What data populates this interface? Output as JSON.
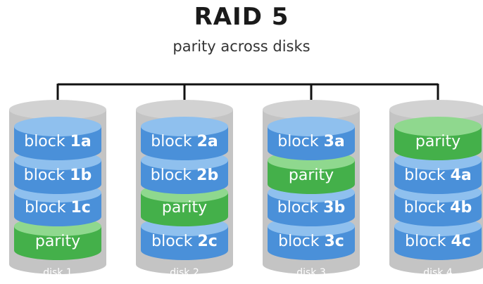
{
  "diagram": {
    "title": "RAID 5",
    "subtitle": "parity across disks",
    "colors": {
      "data_block": "#4a90d9",
      "data_block_top": "#8fc0ee",
      "parity_block": "#44b04a",
      "parity_block_top": "#8fd88e",
      "disk_body": "#c4c4c4",
      "connector": "#111111"
    },
    "disks": [
      {
        "label": "disk 1",
        "blocks": [
          {
            "type": "data",
            "word": "block",
            "id": "1a"
          },
          {
            "type": "data",
            "word": "block",
            "id": "1b"
          },
          {
            "type": "data",
            "word": "block",
            "id": "1c"
          },
          {
            "type": "parity",
            "word": "parity",
            "id": ""
          }
        ]
      },
      {
        "label": "disk 2",
        "blocks": [
          {
            "type": "data",
            "word": "block",
            "id": "2a"
          },
          {
            "type": "data",
            "word": "block",
            "id": "2b"
          },
          {
            "type": "parity",
            "word": "parity",
            "id": ""
          },
          {
            "type": "data",
            "word": "block",
            "id": "2c"
          }
        ]
      },
      {
        "label": "disk 3",
        "blocks": [
          {
            "type": "data",
            "word": "block",
            "id": "3a"
          },
          {
            "type": "parity",
            "word": "parity",
            "id": ""
          },
          {
            "type": "data",
            "word": "block",
            "id": "3b"
          },
          {
            "type": "data",
            "word": "block",
            "id": "3c"
          }
        ]
      },
      {
        "label": "disk 4",
        "blocks": [
          {
            "type": "parity",
            "word": "parity",
            "id": ""
          },
          {
            "type": "data",
            "word": "block",
            "id": "4a"
          },
          {
            "type": "data",
            "word": "block",
            "id": "4b"
          },
          {
            "type": "data",
            "word": "block",
            "id": "4c"
          }
        ]
      }
    ]
  }
}
